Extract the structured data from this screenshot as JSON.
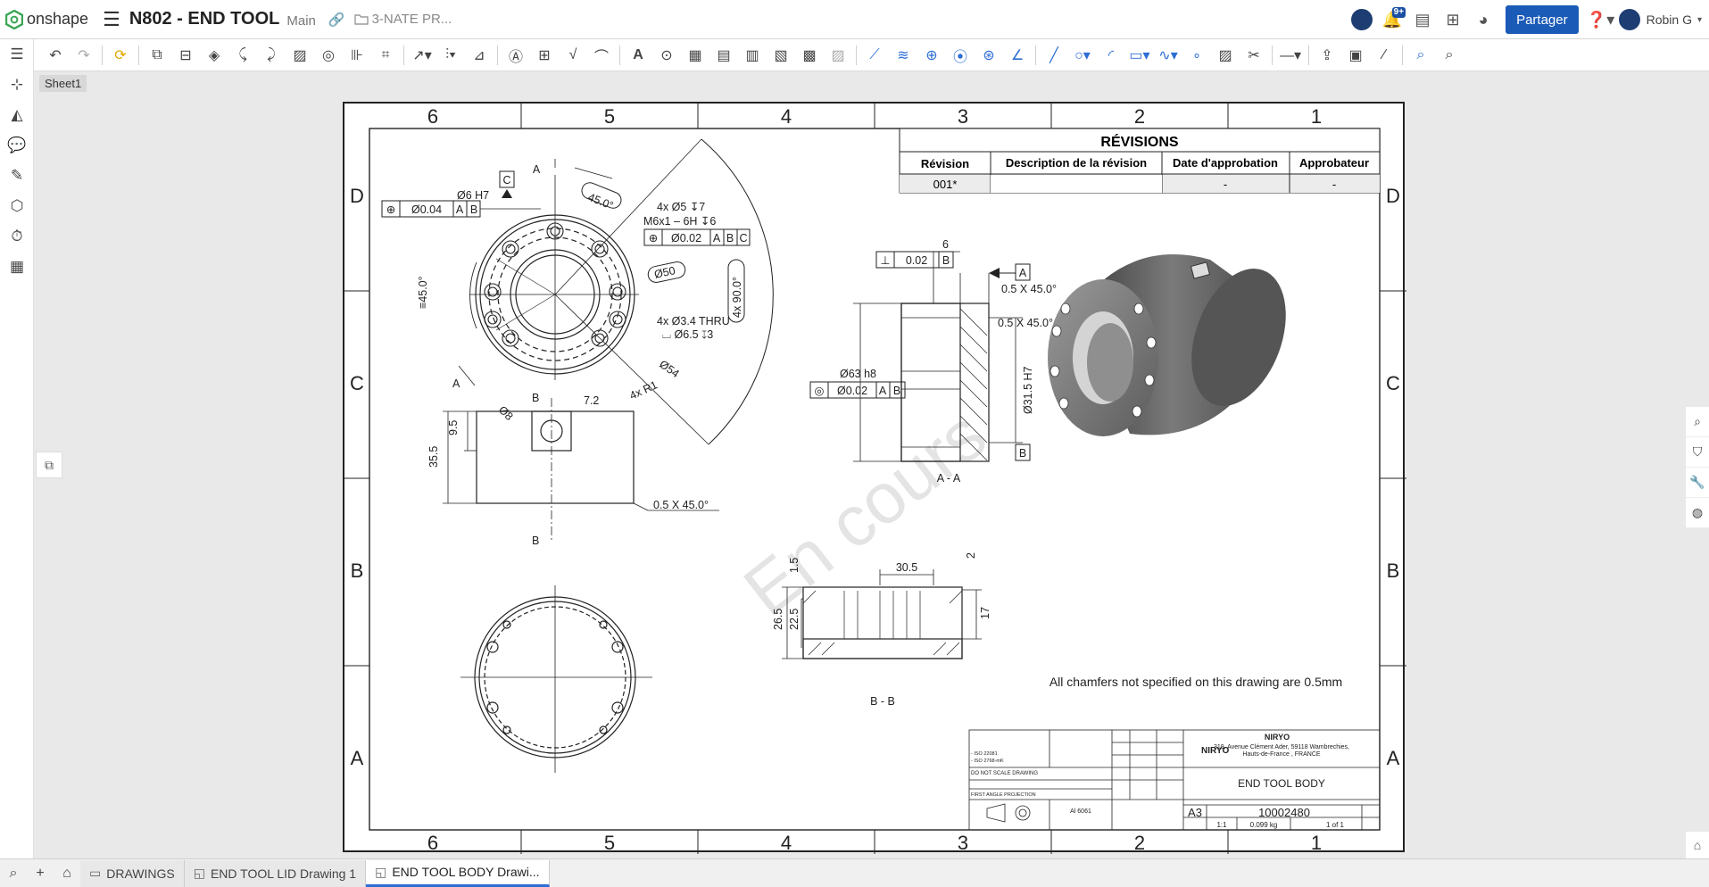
{
  "app": {
    "logo_text": "onshape",
    "doc_title": "N802 - END TOOL",
    "branch": "Main",
    "folder_crumb": "3-NATE PR...",
    "notification_count": "9+",
    "share_label": "Partager",
    "user_name": "Robin G",
    "accent_color": "#1b5bb8"
  },
  "sheet_tab": "Sheet1",
  "bottom_tabs": {
    "folder": "DRAWINGS",
    "tab1": "END TOOL LID Drawing 1",
    "tab2": "END TOOL BODY Drawi..."
  },
  "drawing": {
    "col_labels": [
      "6",
      "5",
      "4",
      "3",
      "2",
      "1"
    ],
    "row_labels": [
      "D",
      "C",
      "B",
      "A"
    ],
    "watermark": "En cours",
    "revisions": {
      "title": "RÉVISIONS",
      "headers": [
        "Révision",
        "Description de la révision",
        "Date d'approbation",
        "Approbateur"
      ],
      "row": [
        "001*",
        "",
        "-",
        "-"
      ]
    },
    "notes": {
      "chamfer_note": "All chamfers not specified on this drawing are 0.5mm"
    },
    "title_block": {
      "company": "NIRYO",
      "address1": "319, Avenue Clément Ader, 59118 Wambrechies,",
      "address2": "Hauts-de-France , FRANCE",
      "part_title": "END TOOL BODY",
      "size": "A3",
      "dwg_no": "10002480",
      "scale": "1:1",
      "weight": "0.099 kg",
      "sheet": "1 of 1",
      "material": "Al 6061",
      "dnsd": "DO NOT SCALE DRAWING",
      "projection": "FIRST ANGLE PROJECTION",
      "std1": "- ISO 22081",
      "std2": "- ISO 2768-mK",
      "logo_text": "NIRYO"
    },
    "view_labels": {
      "section_aa": "A - A",
      "section_bb": "B - B"
    },
    "dims": {
      "d6h7": "Ø6 H7",
      "fcf1": "Ø0.04",
      "holes_m6": "4x Ø5 ↧7",
      "m6": "M6x1 – 6H ↧6",
      "fcf2": "Ø0.02",
      "d50": "Ø50",
      "d34": "4x Ø3.4 THRU",
      "cb65": "⌴ Ø6.5 ↧3",
      "d54": "Ø54",
      "ang45a": "45.0°",
      "ang45b": "≡45.0°",
      "ang90": "4x 90.0°",
      "d8": "Ø8",
      "d72": "7.2",
      "r1": "4x R1",
      "d95": "9.5",
      "d355": "35.5",
      "ch1": "0.5 X 45.0°",
      "ch2": "0.5 X 45.0°",
      "ch3": "0.5 X 45.0°",
      "d6": "6",
      "perp": "0.02",
      "d63": "Ø63 h8",
      "conc": "Ø0.02",
      "d315": "Ø31.5 H7",
      "d305": "30.5",
      "d15": "1.5",
      "d2": "2",
      "d265": "26.5",
      "d225": "22.5",
      "d17": "17",
      "datum_a": "A",
      "datum_b": "B",
      "datum_c": "C"
    }
  }
}
